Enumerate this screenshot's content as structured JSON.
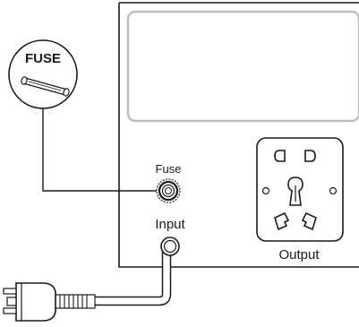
{
  "callout": {
    "title": "FUSE"
  },
  "panel": {
    "fuse_label": "Fuse",
    "input_label": "Input",
    "output_label": "Output"
  },
  "icons": {
    "fuse_cartridge": "fuse-cartridge-icon",
    "fuse_holder": "fuse-holder-knob-icon",
    "input_jack": "power-inlet-icon",
    "plug": "power-plug-icon",
    "socket": "universal-socket-icon"
  },
  "colors": {
    "stroke": "#1a1a1a",
    "light_stroke": "#bdbdbd",
    "background": "#ffffff"
  }
}
